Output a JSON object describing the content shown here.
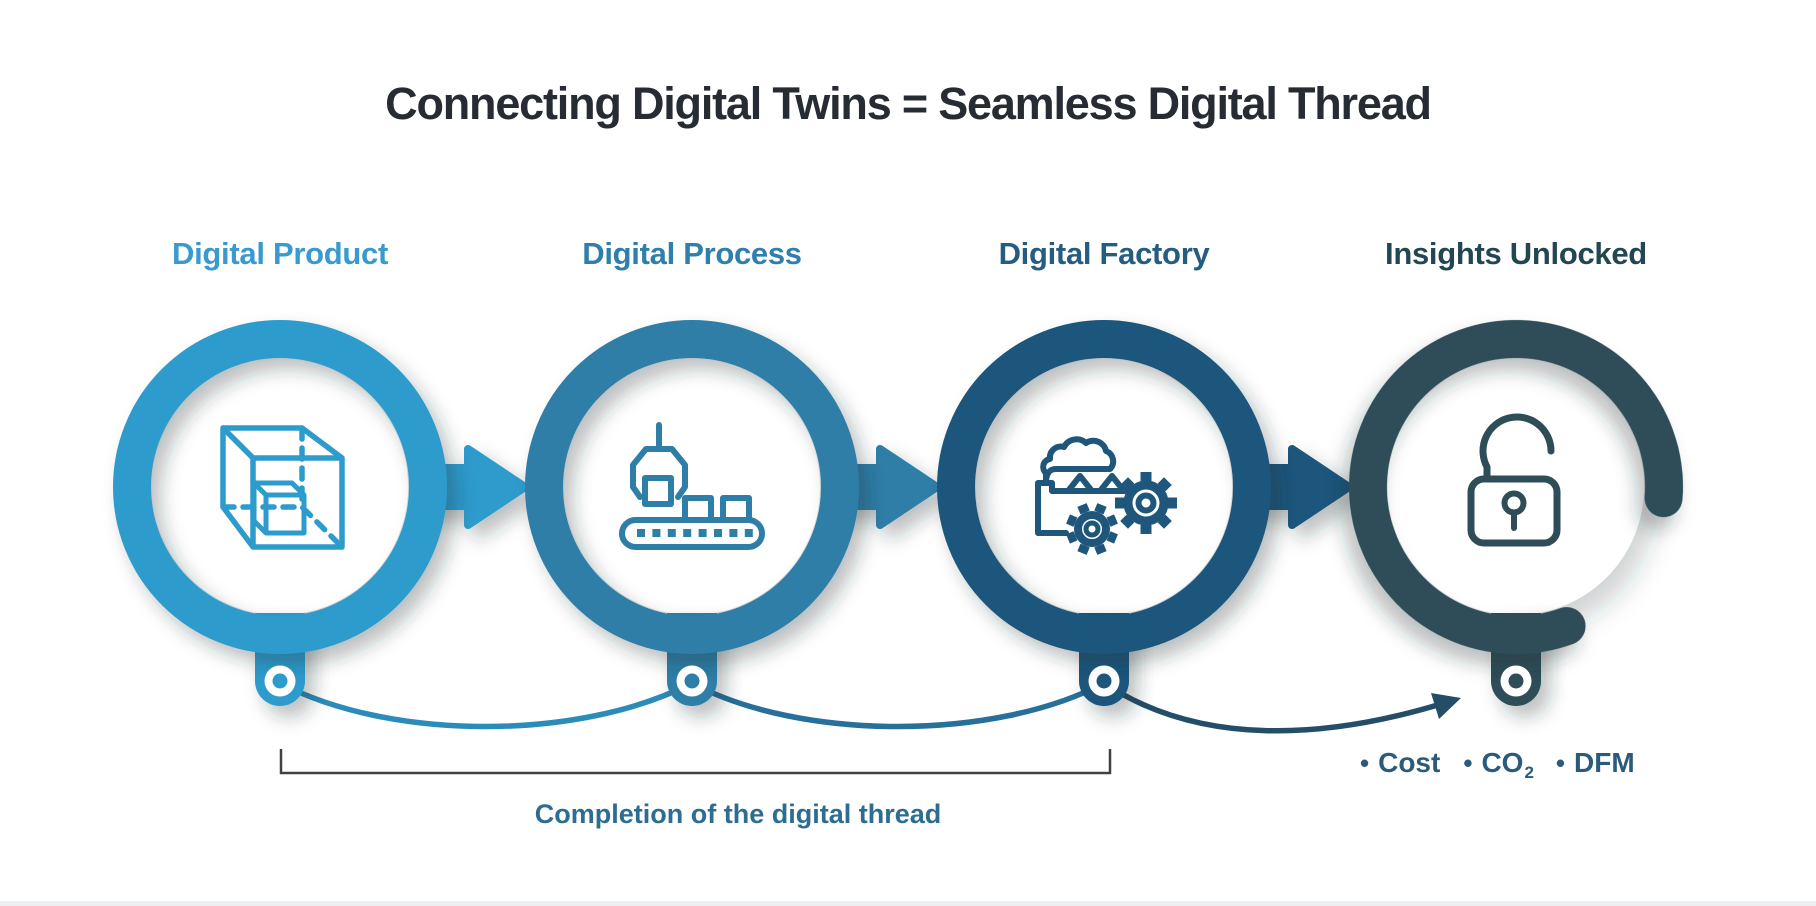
{
  "title": {
    "text": "Connecting Digital Twins = Seamless Digital Thread",
    "color": "#272B33"
  },
  "stages": [
    {
      "label": "Digital Product",
      "label_color": "#389ACF",
      "color": "#2E9BCD",
      "icon": "3d-cube"
    },
    {
      "label": "Digital Process",
      "label_color": "#2E7FAB",
      "color": "#2E7EA8",
      "icon": "gripper-conveyor"
    },
    {
      "label": "Digital Factory",
      "label_color": "#245D7F",
      "color": "#1F567B",
      "icon": "factory-gears"
    },
    {
      "label": "Insights Unlocked",
      "label_color": "#234653",
      "color": "#2F4D59",
      "icon": "open-padlock"
    }
  ],
  "connectors": [
    {
      "color": "#2C8CB9"
    },
    {
      "color": "#26709A"
    },
    {
      "color": "#244E68"
    }
  ],
  "bracket": {
    "label": "Completion of the digital thread",
    "label_color": "#2C6D90",
    "line_color": "#3F4347"
  },
  "insights": {
    "color": "#2B5B7B",
    "items": [
      {
        "bullet": "•",
        "text": "Cost",
        "sub": ""
      },
      {
        "bullet": "•",
        "text": "CO",
        "sub": "2"
      },
      {
        "bullet": "•",
        "text": "DFM",
        "sub": ""
      }
    ]
  }
}
